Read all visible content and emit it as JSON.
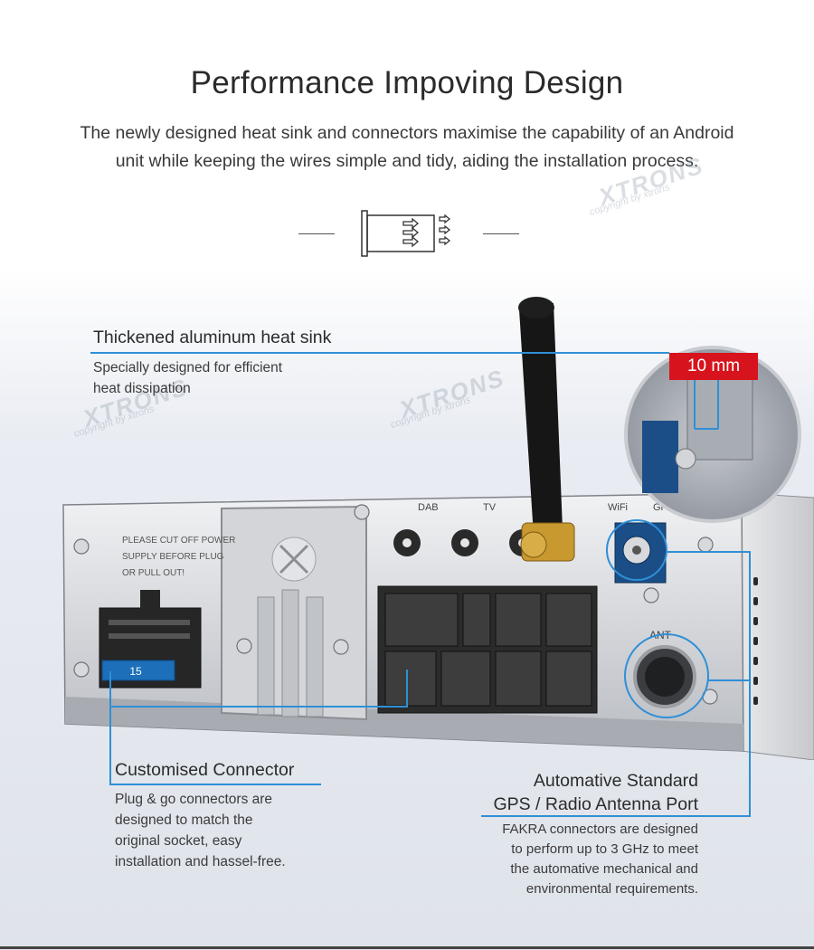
{
  "header": {
    "title": "Performance Impoving Design",
    "subtitle_line1": "The newly designed heat sink and connectors maximise the capability of an Android",
    "subtitle_line2": "unit while keeping the wires simple and tidy, aiding the installation process."
  },
  "icons": {
    "heatsink": "heat-sink-icon"
  },
  "callouts": {
    "heatsink": {
      "title": "Thickened aluminum heat sink",
      "line1": "Specially designed for efficient",
      "line2": "heat dissipation"
    },
    "badge": "10 mm",
    "connector": {
      "title": "Customised Connector",
      "line1": "Plug & go connectors are",
      "line2": "designed to match the",
      "line3": "original socket, easy",
      "line4": "installation and hassel-free."
    },
    "antenna": {
      "title_line1": "Automative Standard",
      "title_line2": "GPS / Radio Antenna Port",
      "line1": "FAKRA connectors are designed",
      "line2": "to perform up to 3 GHz to meet",
      "line3": "the automative mechanical and",
      "line4": "environmental requirements."
    }
  },
  "device_labels": {
    "warning1": "PLEASE CUT OFF POWER",
    "warning2": "SUPPLY BEFORE PLUG",
    "warning3": "OR PULL OUT!",
    "dab": "DAB",
    "tv": "TV",
    "wifi": "WiFi",
    "gps": "GPS",
    "ant": "ANT",
    "fuse": "15"
  },
  "watermarks": {
    "brand": "XTRONS",
    "copyright": "copyright by xtrons"
  },
  "colors": {
    "accent_blue": "#2f8fd6",
    "badge_red": "#d7141d"
  }
}
